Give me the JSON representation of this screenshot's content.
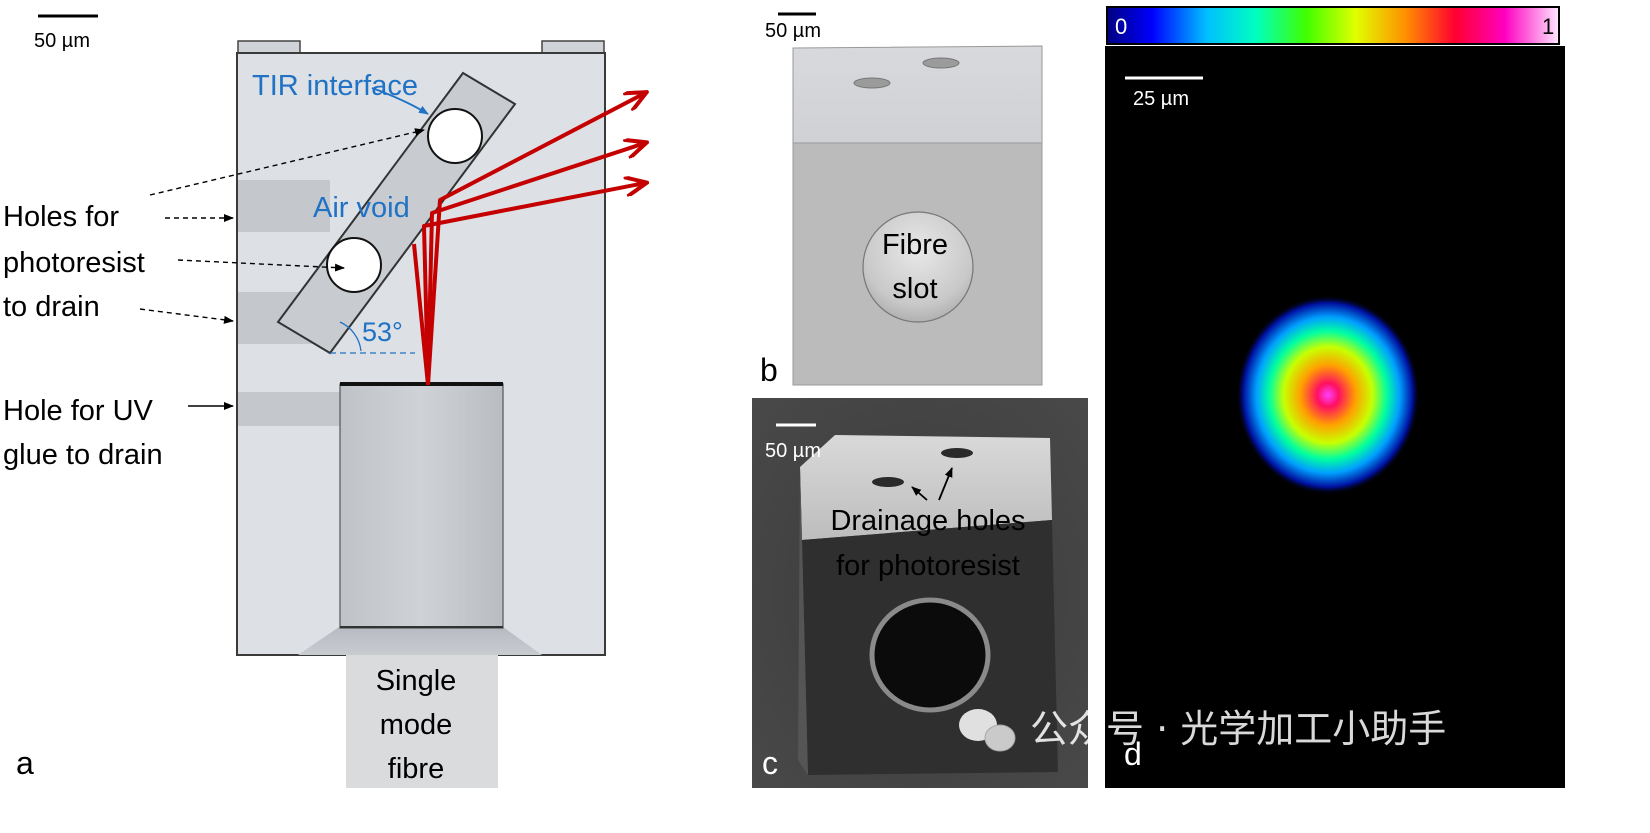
{
  "panel_a": {
    "panel_letter": "a",
    "scale_bar": "50 µm",
    "label_tir": "TIR interface",
    "label_air": "Air void",
    "label_holes_l1": "Holes for",
    "label_holes_l2": "photoresist",
    "label_holes_l3": "to drain",
    "label_uv_l1": "Hole for UV",
    "label_uv_l2": "glue to drain",
    "angle": "53°",
    "fibre_l1": "Single",
    "fibre_l2": "mode",
    "fibre_l3": "fibre",
    "colors": {
      "annotation_blue": "#1f72c4",
      "beam_red": "#c40000",
      "body_gray": "#dde0e5"
    }
  },
  "panel_b": {
    "panel_letter": "b",
    "scale_bar": "50 µm",
    "slot_l1": "Fibre",
    "slot_l2": "slot"
  },
  "panel_c": {
    "panel_letter": "c",
    "scale_bar": "50 µm",
    "drain_l1": "Drainage holes",
    "drain_l2": "for photoresist"
  },
  "panel_d": {
    "panel_letter": "d",
    "scale_bar": "25 µm",
    "colorbar_min": "0",
    "colorbar_max": "1"
  },
  "watermark": "公众号 · 光学加工小助手"
}
